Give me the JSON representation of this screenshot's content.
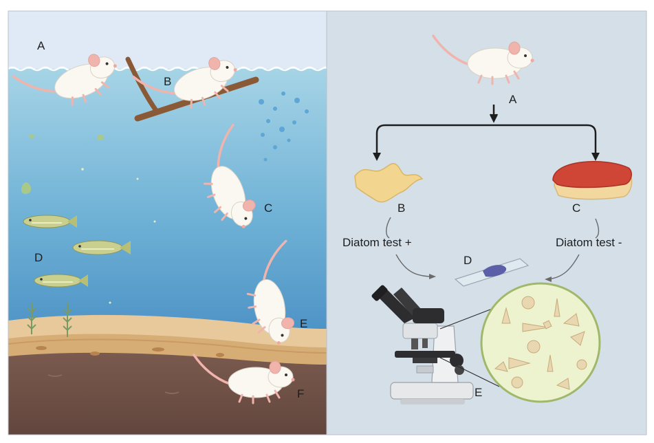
{
  "left_panel": {
    "labels": {
      "a": "A",
      "b": "B",
      "c": "C",
      "d": "D",
      "e": "E",
      "f": "F"
    }
  },
  "right_panel": {
    "labels": {
      "a": "A",
      "b": "B",
      "c": "C",
      "d": "D",
      "e": "E"
    },
    "test_positive": "Diatom test +",
    "test_negative": "Diatom test -"
  },
  "colors": {
    "sky": "#dfeaf6",
    "water_top": "#9fd0e3",
    "water_bottom": "#4a93c6",
    "sand": "#e6c79a",
    "mud": "#6e5148",
    "right_bg": "#d3dfe7",
    "mouse_body": "#fbf8f1",
    "mouse_pink": "#f0b4ad",
    "fish": "#c7cd8d",
    "lung_red": "#d24a3a",
    "diatom_circle": "#eef2cf"
  }
}
